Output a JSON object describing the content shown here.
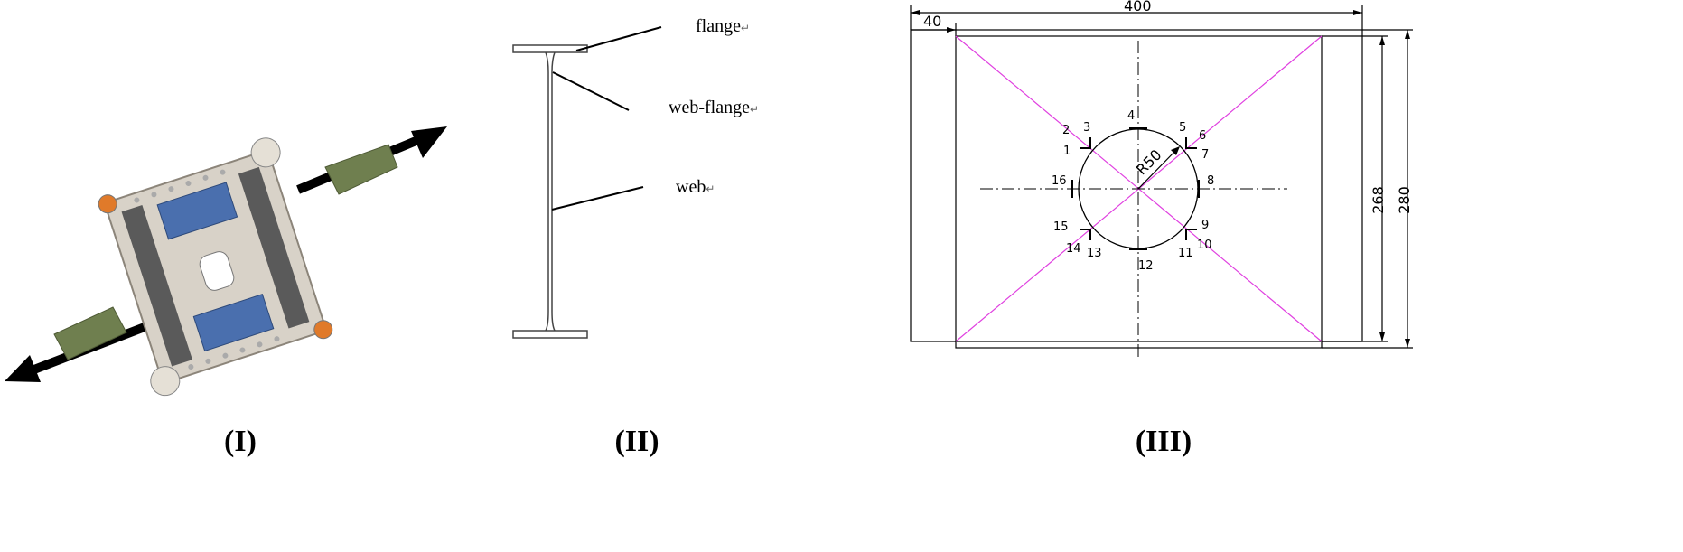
{
  "captions": {
    "panel1": "(I)",
    "panel2": "(II)",
    "panel3": "(III)"
  },
  "panel2": {
    "labels": {
      "flange": "flange",
      "web_flange": "web-flange",
      "web": "web"
    },
    "return_glyph": "↵"
  },
  "panel3": {
    "dimensions": {
      "total_width": "400",
      "offset": "40",
      "height_inner": "268",
      "height_outer": "280",
      "radius": "R50"
    },
    "points": [
      "1",
      "2",
      "3",
      "4",
      "5",
      "6",
      "7",
      "8",
      "9",
      "10",
      "11",
      "12",
      "13",
      "14",
      "15",
      "16"
    ]
  },
  "colors": {
    "diag_lines": "#e040e0",
    "plate": "#d8d2c8",
    "pad": "#4a6fae",
    "pin": "#e07a2a"
  }
}
